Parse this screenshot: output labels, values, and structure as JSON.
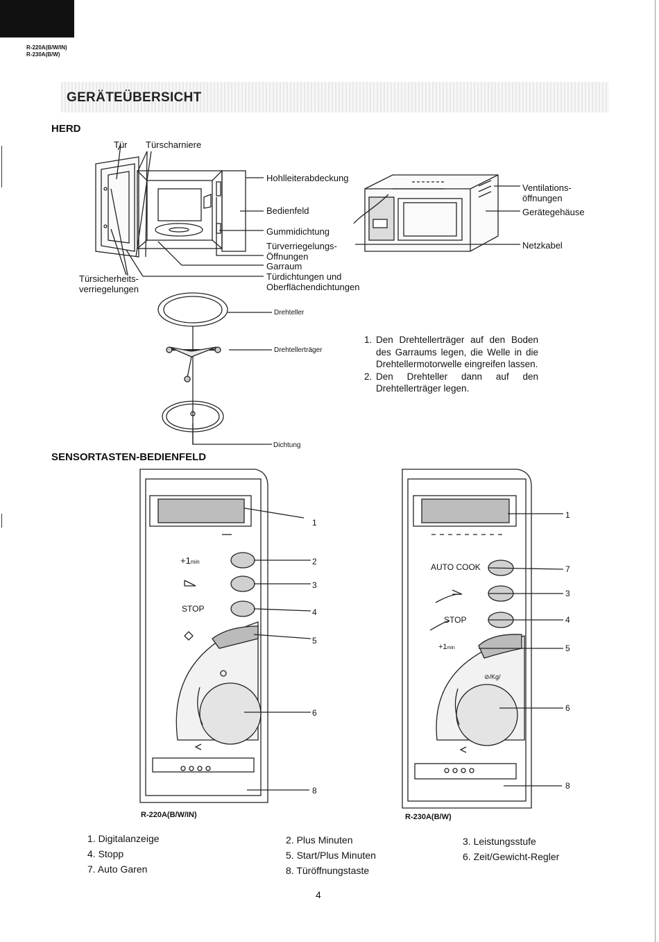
{
  "header": {
    "model_line_1": "R-220A(B/W/IN)",
    "model_line_2": "R-230A(B/W)"
  },
  "title": "GERÄTEÜBERSICHT",
  "herd": {
    "heading": "HERD",
    "labels": {
      "tuer": "Tür",
      "tuerscharniere": "Türscharniere",
      "hohlleiter": "Hohlleiterabdeckung",
      "bedienfeld": "Bedienfeld",
      "gummidichtung": "Gummidichtung",
      "tuerverriegelung_1": "Türverriegelungs-",
      "tuerverriegelung_2": "Öffnungen",
      "garraum": "Garraum",
      "tuerdichtungen_1": "Türdichtungen und",
      "tuerdichtungen_2": "Oberflächendichtungen",
      "sicherheit_1": "Türsicherheits-",
      "sicherheit_2": "verriegelungen",
      "ventilation_1": "Ventilations-",
      "ventilation_2": "öffnungen",
      "gehaeuse": "Gerätegehäuse",
      "netzkabel": "Netzkabel",
      "drehteller": "Drehteller",
      "drehtellertraeger": "Drehtellerträger",
      "dichtung": "Dichtung"
    },
    "steps": [
      "Den Drehtellerträger auf den Boden des Garraums legen, die Welle in die Drehtellermotorwelle eingreifen lassen.",
      "Den Drehteller dann auf den Drehtellerträger legen."
    ]
  },
  "panel": {
    "heading": "SENSORTASTEN-BEDIENFELD",
    "left": {
      "model": "R-220A(B/W/IN)",
      "plus1": "+1",
      "plus1_small": "min",
      "stop": "STOP",
      "callouts": [
        "1",
        "2",
        "3",
        "4",
        "5",
        "6",
        "8"
      ]
    },
    "right": {
      "model": "R-230A(B/W)",
      "autocook": "AUTO COOK",
      "stop": "STOP",
      "plus1": "+1",
      "plus1_small": "min",
      "weight": "⊘/Kg/",
      "callouts": [
        "1",
        "7",
        "3",
        "4",
        "5",
        "6",
        "8"
      ]
    }
  },
  "legend": [
    [
      "1. Digitalanzeige",
      "2. Plus Minuten",
      "3. Leistungsstufe"
    ],
    [
      "4. Stopp",
      "5. Start/Plus Minuten",
      "6. Zeit/Gewicht-Regler"
    ],
    [
      "7. Auto Garen",
      "8. Türöffnungstaste",
      ""
    ]
  ],
  "page_number": "4"
}
